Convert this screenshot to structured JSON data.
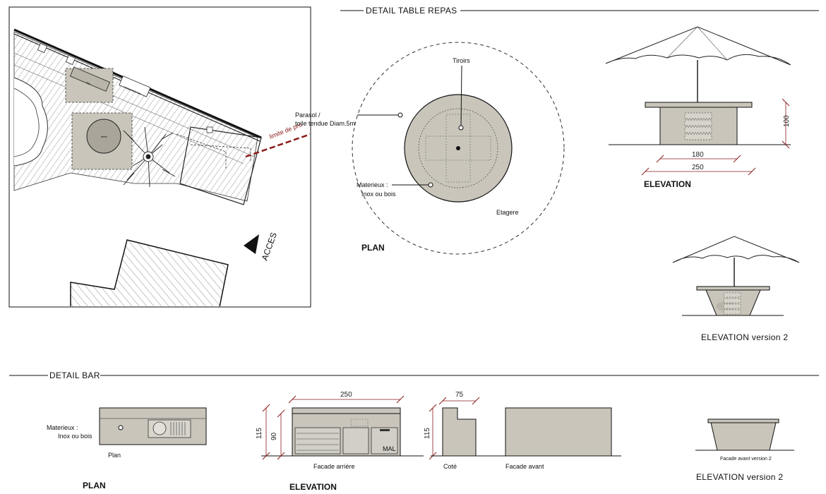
{
  "site_plan": {
    "limit_label": "limite de pro",
    "access_label": "ACCES",
    "zone_label_1": "bar",
    "zone_label_2": "rangement bar",
    "table_label": "table"
  },
  "table_section": {
    "title": "DETAIL TABLE REPAS",
    "plan": {
      "label": "PLAN",
      "tiroirs": "Tiroirs",
      "parasol_line1": "Parasol /",
      "parasol_line2": "toile tendue Diam.5m",
      "materieux_line1": "Materieux :",
      "materieux_line2": "Inox ou bois",
      "etagere": "Etagere"
    },
    "elevation": {
      "label": "ELEVATION",
      "dim_height": "100",
      "dim_inner": "180",
      "dim_outer": "250"
    },
    "elevation_v2": {
      "label": "ELEVATION version 2"
    }
  },
  "bar_section": {
    "title": "DETAIL BAR",
    "plan": {
      "materieux_line1": "Materieux :",
      "materieux_line2": "Inox ou bois",
      "small_label": "Plan",
      "label": "PLAN"
    },
    "elevation": {
      "label": "ELEVATION",
      "dim_width": "250",
      "dim_height_total": "115",
      "dim_height_inner": "90",
      "appliance_text": "MAL",
      "facade_arriere": "Facade arrière",
      "cote_dim_width": "75",
      "cote_dim_height": "115",
      "cote": "Coté",
      "facade_avant": "Facade avant"
    },
    "elevation_v2": {
      "small_label": "Facade avant version 2",
      "label": "ELEVATION version 2"
    }
  },
  "colors": {
    "fill_gray": "#c9c5bb",
    "fill_gray_dark": "#b9b5ab",
    "dimension_red": "#8b1a1a",
    "line": "#111111"
  }
}
